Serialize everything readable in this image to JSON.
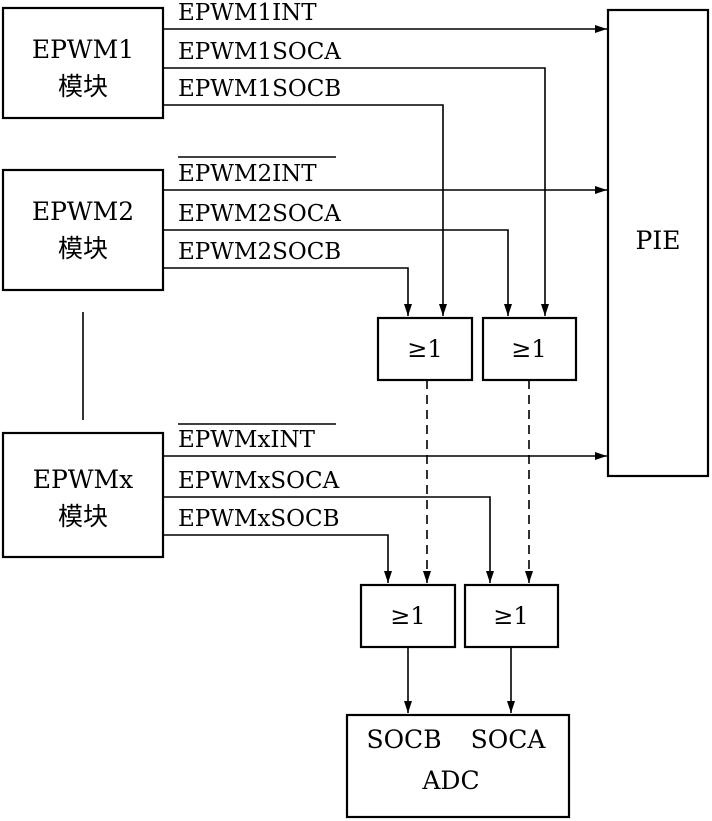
{
  "modules": [
    {
      "name": "EPWM1",
      "sub": "模块"
    },
    {
      "name": "EPWM2",
      "sub": "模块"
    },
    {
      "name": "EPWMx",
      "sub": "模块"
    }
  ],
  "signals": {
    "m1": {
      "int": "EPWM1INT",
      "soca": "EPWM1SOCA",
      "socb": "EPWM1SOCB"
    },
    "m2": {
      "int": "EPWM2INT",
      "soca": "EPWM2SOCA",
      "socb": "EPWM2SOCB"
    },
    "mx": {
      "int": "EPWMxINT",
      "soca": "EPWMxSOCA",
      "socb": "EPWMxSOCB"
    }
  },
  "pie": "PIE",
  "gates": [
    "≥1",
    "≥1",
    "≥1",
    "≥1"
  ],
  "adc": {
    "socb": "SOCB",
    "soca": "SOCA",
    "title": "ADC"
  }
}
